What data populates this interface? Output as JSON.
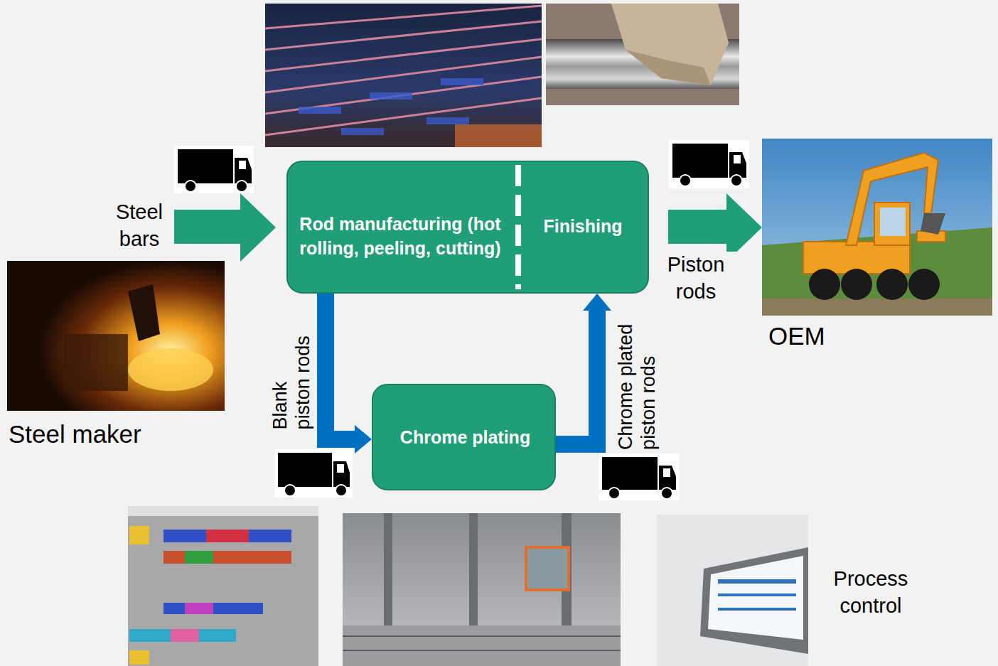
{
  "diagram": {
    "nodes": [
      {
        "text": [
          "Rod manufacturing (hot rolling, peeling, cutting)",
          "Finishing"
        ]
      },
      {
        "text": [
          "Chrome plating"
        ]
      }
    ],
    "edges": [
      {
        "from": 0,
        "to": 1,
        "arrow": "to",
        "label": "Blank piston rods"
      },
      {
        "from": 1,
        "to": 0,
        "arrow": "to",
        "label": "Chrome plated piston rods"
      }
    ],
    "labels": [
      "Steel bars",
      "Piston rods",
      "Steel maker",
      "OEM",
      "Process control"
    ]
  }
}
